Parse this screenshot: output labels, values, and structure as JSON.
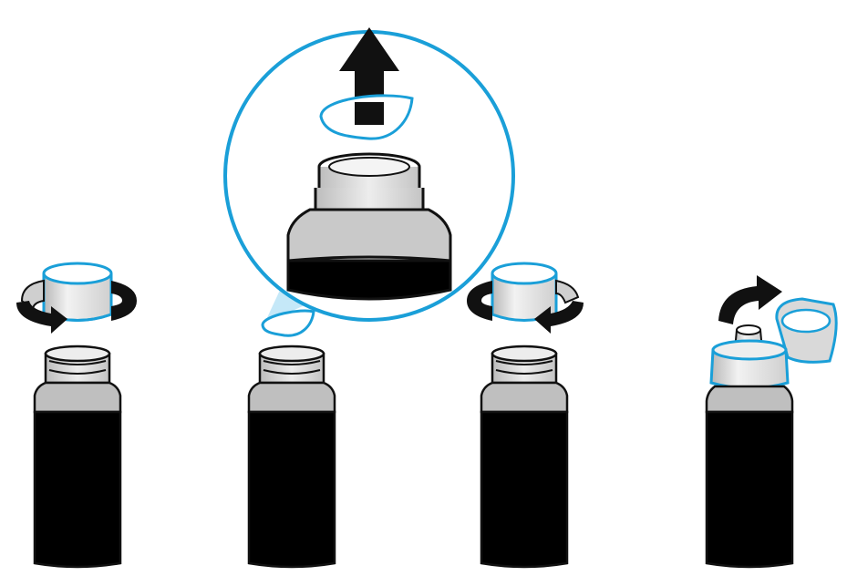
{
  "colors": {
    "accent_blue": "#1a9fd8",
    "light_blue_fill": "#bfe6f7",
    "ink": "#111111",
    "body_black": "#000000",
    "cap_gray": "#d9d9d9",
    "neck_gray": "#cccccc",
    "shoulder_gray": "#bfbfbf",
    "background": "#ffffff"
  },
  "steps": [
    {
      "id": "step-1",
      "action": "twist-off-cap",
      "icon": "rotate-left-arrow-icon"
    },
    {
      "id": "step-2",
      "action": "remove-seal",
      "icon": "up-arrow-icon"
    },
    {
      "id": "step-3",
      "action": "twist-on-cap",
      "icon": "rotate-right-arrow-icon"
    },
    {
      "id": "step-4",
      "action": "open-flip-top",
      "icon": "curved-arrow-icon"
    }
  ],
  "magnifier": {
    "detail": "seal-removal-closeup"
  }
}
